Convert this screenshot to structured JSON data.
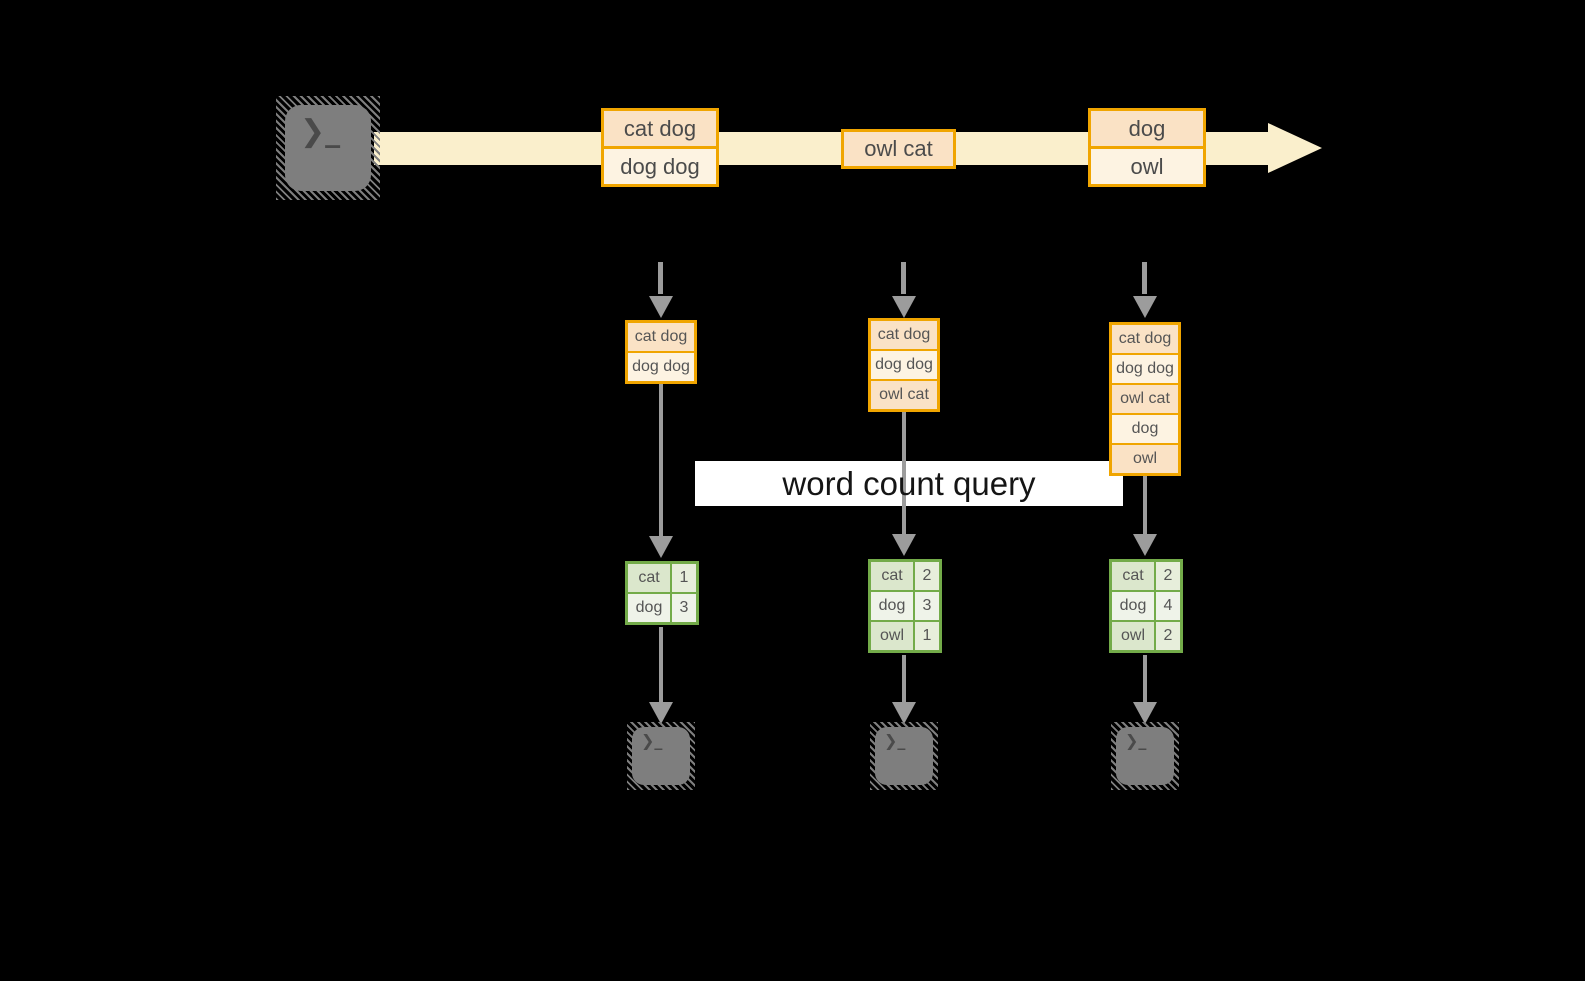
{
  "diagram": {
    "title_hint": "streaming word count",
    "producer": {
      "icon": "terminal-icon",
      "glyph": "❯_"
    },
    "stream": {
      "batches": [
        {
          "items": [
            "cat dog",
            "dog dog"
          ]
        },
        {
          "items": [
            "owl cat"
          ]
        },
        {
          "items": [
            "dog",
            "owl"
          ]
        }
      ]
    },
    "query_label": "word count query",
    "columns": [
      {
        "buffer": [
          "cat dog",
          "dog dog"
        ],
        "counts": [
          {
            "word": "cat",
            "count": "1"
          },
          {
            "word": "dog",
            "count": "3"
          }
        ]
      },
      {
        "buffer": [
          "cat dog",
          "dog dog",
          "owl cat"
        ],
        "counts": [
          {
            "word": "cat",
            "count": "2"
          },
          {
            "word": "dog",
            "count": "3"
          },
          {
            "word": "owl",
            "count": "1"
          }
        ]
      },
      {
        "buffer": [
          "cat dog",
          "dog dog",
          "owl cat",
          "dog",
          "owl"
        ],
        "counts": [
          {
            "word": "cat",
            "count": "2"
          },
          {
            "word": "dog",
            "count": "4"
          },
          {
            "word": "owl",
            "count": "2"
          }
        ]
      }
    ],
    "consumers": [
      {
        "icon": "terminal-icon",
        "glyph": "❯_"
      },
      {
        "icon": "terminal-icon",
        "glyph": "❯_"
      },
      {
        "icon": "terminal-icon",
        "glyph": "❯_"
      }
    ],
    "colors": {
      "background": "#000000",
      "stream_band": "#FAEFCC",
      "record_border": "#F0A500",
      "record_fill": "#FAE2C5",
      "record_fill_alt": "#FDF3E2",
      "table_border": "#73AB49",
      "table_fill": "#DBE7CC",
      "table_fill_alt": "#EFF3E9",
      "arrow_gray": "#9C9C9C",
      "terminal_gray": "#7E7E7E",
      "label_bg": "#FFFFFF"
    }
  }
}
